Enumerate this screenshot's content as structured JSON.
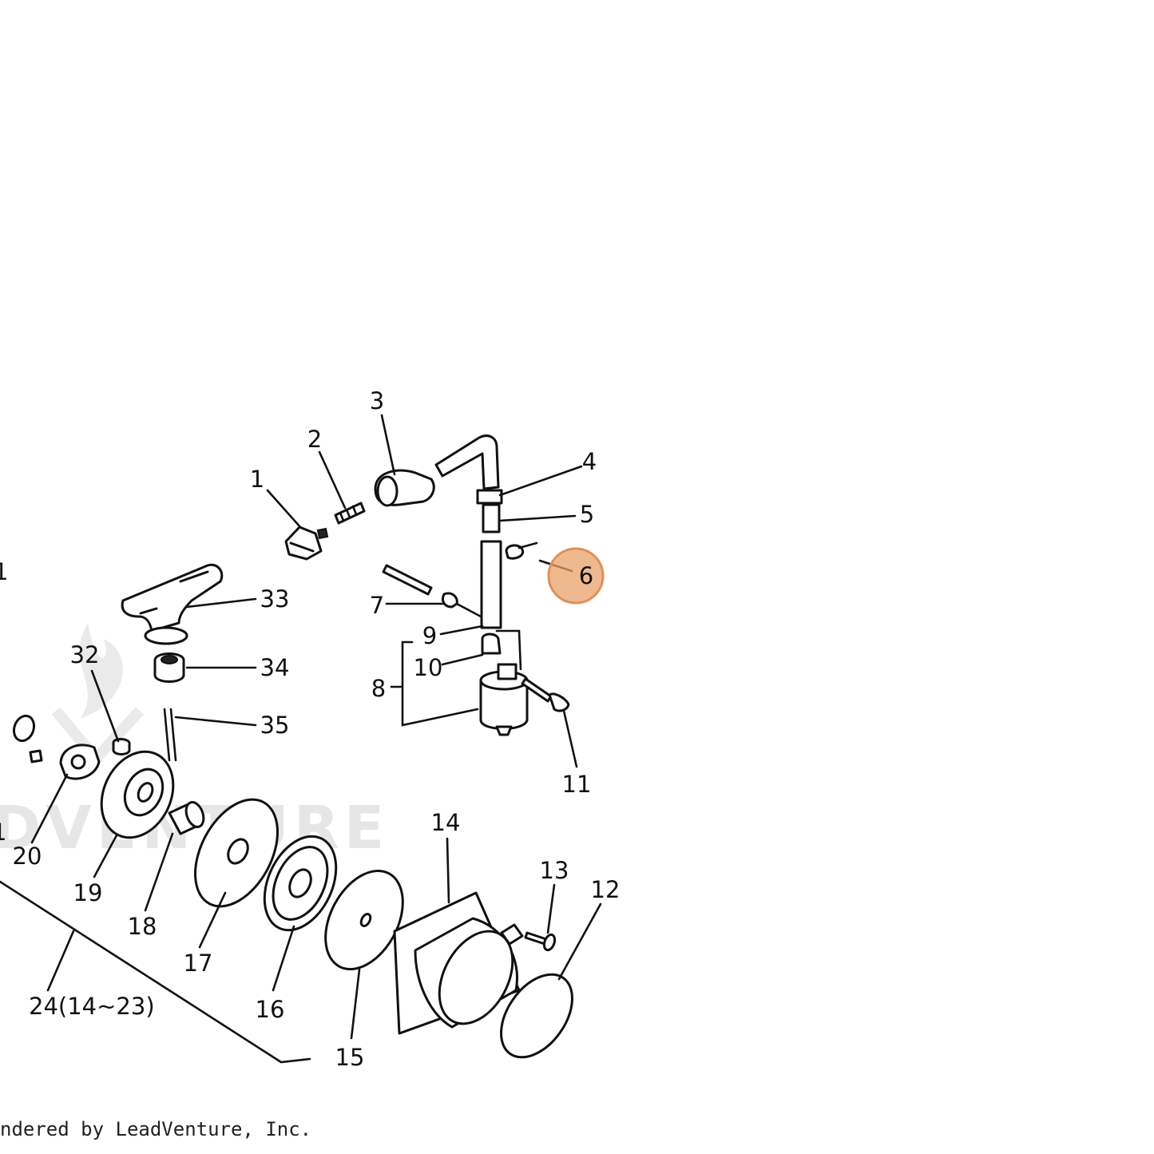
{
  "diagram": {
    "callouts": [
      {
        "id": "1",
        "label": "1"
      },
      {
        "id": "2",
        "label": "2"
      },
      {
        "id": "3",
        "label": "3"
      },
      {
        "id": "4",
        "label": "4"
      },
      {
        "id": "5",
        "label": "5"
      },
      {
        "id": "6",
        "label": "6"
      },
      {
        "id": "7",
        "label": "7"
      },
      {
        "id": "8",
        "label": "8"
      },
      {
        "id": "9",
        "label": "9"
      },
      {
        "id": "10",
        "label": "10"
      },
      {
        "id": "11",
        "label": "11"
      },
      {
        "id": "12",
        "label": "12"
      },
      {
        "id": "13",
        "label": "13"
      },
      {
        "id": "14",
        "label": "14"
      },
      {
        "id": "15",
        "label": "15"
      },
      {
        "id": "16",
        "label": "16"
      },
      {
        "id": "17",
        "label": "17"
      },
      {
        "id": "18",
        "label": "18"
      },
      {
        "id": "19",
        "label": "19"
      },
      {
        "id": "20",
        "label": "20"
      },
      {
        "id": "24",
        "label": "24(14~23)"
      },
      {
        "id": "32",
        "label": "32"
      },
      {
        "id": "33",
        "label": "33"
      },
      {
        "id": "34",
        "label": "34"
      },
      {
        "id": "35",
        "label": "35"
      },
      {
        "id": "edge-a",
        "label": "1"
      },
      {
        "id": "edge-b",
        "label": "1"
      }
    ],
    "highlighted_callout": "6",
    "highlight_color": "#e9a26a",
    "watermark_text": "DVENTURE",
    "footer_text": "ndered by LeadVenture, Inc."
  }
}
